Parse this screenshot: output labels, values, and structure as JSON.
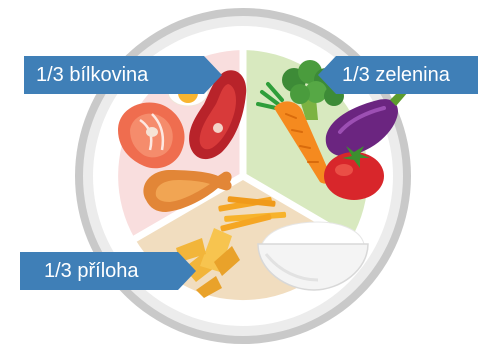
{
  "labels": {
    "protein": "1/3 bílkovina",
    "vegetables": "1/3 zelenina",
    "side": "1/3 příloha"
  },
  "colors": {
    "label_bg": "#3f7fb7",
    "plate_rim": "#c6c6c6",
    "protein_section": "#f9dede",
    "vegetable_section": "#d8e9bf",
    "side_section": "#f1ddbf"
  }
}
